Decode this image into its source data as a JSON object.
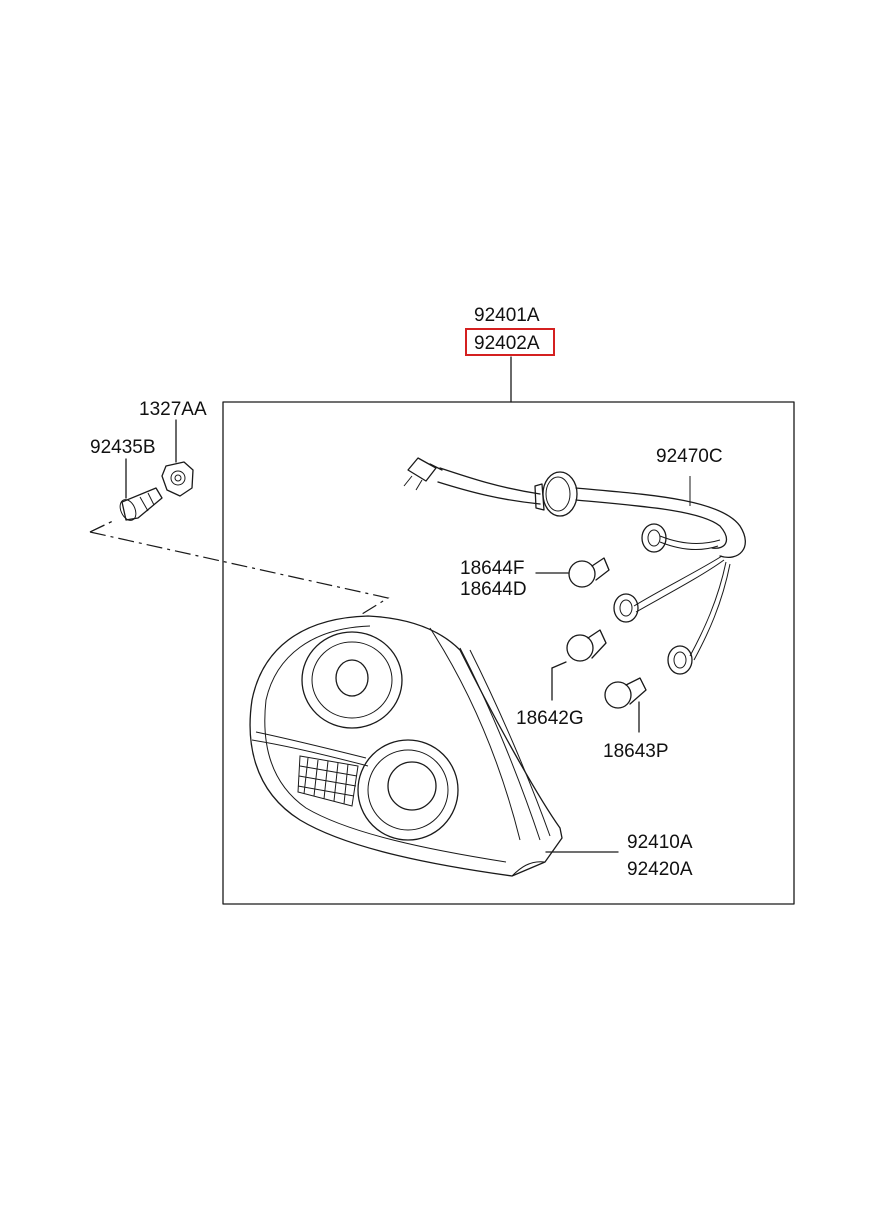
{
  "parts": {
    "assembly_top": "92401A",
    "assembly_highlighted": "92402A",
    "screw": "1327AA",
    "nut": "92435B",
    "harness": "92470C",
    "bulb_a_1": "18644F",
    "bulb_a_2": "18644D",
    "bulb_b": "18642G",
    "bulb_c": "18643P",
    "lens_1": "92410A",
    "lens_2": "92420A"
  },
  "colors": {
    "highlight": "#d42020",
    "line": "#1a1a1a"
  }
}
